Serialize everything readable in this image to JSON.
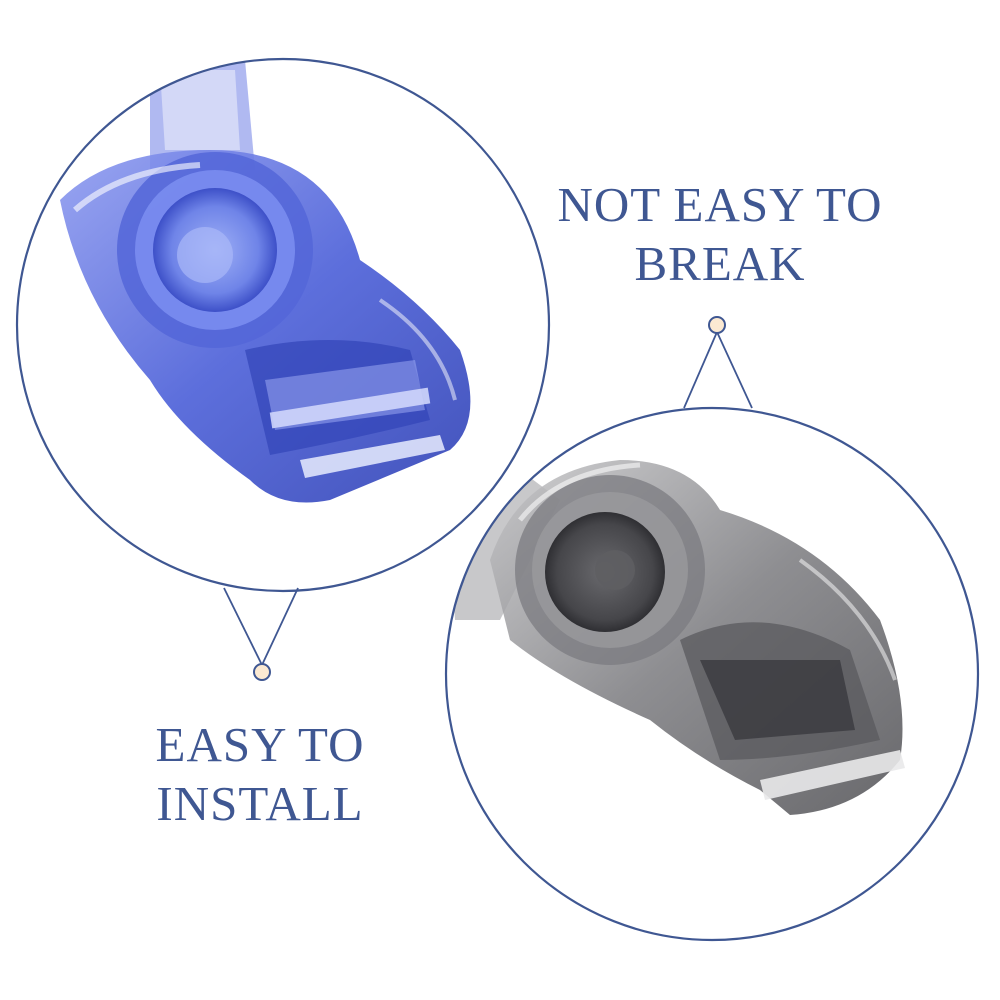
{
  "callouts": [
    {
      "id": "not-easy-to-break",
      "lines": [
        "NOT EASY TO",
        "BREAK"
      ]
    },
    {
      "id": "easy-to-install",
      "lines": [
        "EASY TO",
        "INSTALL"
      ]
    }
  ],
  "images": [
    {
      "subject": "blue transparent plastic buckle clip",
      "color": "#4a5fd6"
    },
    {
      "subject": "smoky grey transparent plastic buckle clip",
      "color": "#4a4a4e"
    }
  ],
  "colors": {
    "ring": "#3f5792",
    "text": "#3f5792",
    "dot_fill": "#fbe9d2",
    "background": "#ffffff"
  }
}
